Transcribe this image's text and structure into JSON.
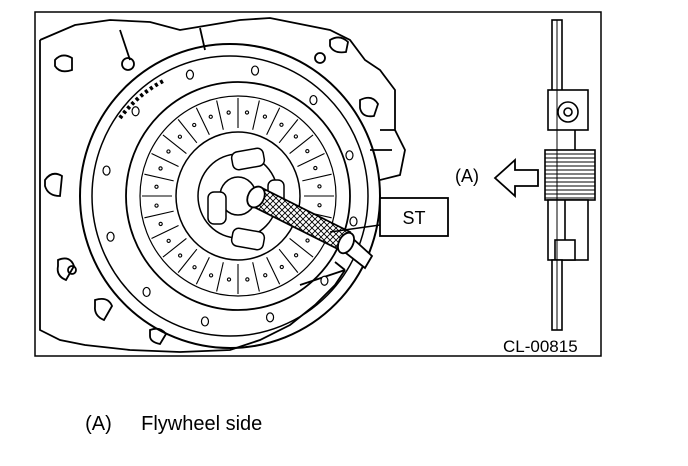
{
  "figure": {
    "st_label": "ST",
    "callout_a": "(A)",
    "figure_code": "CL-00815"
  },
  "legend": {
    "key": "(A)",
    "text": "Flywheel side"
  }
}
